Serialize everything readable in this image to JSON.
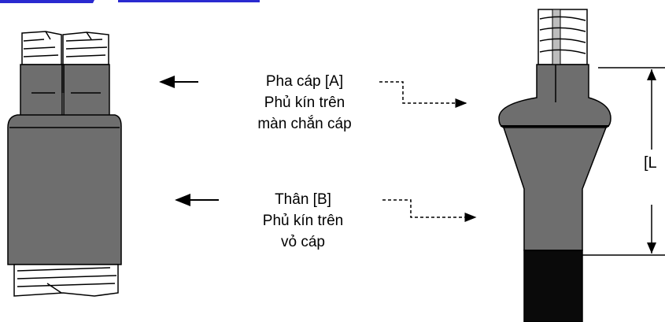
{
  "labels": {
    "phase": {
      "line1": "Pha cáp [A]",
      "line2": "Phủ kín trên",
      "line3": "màn chắn cáp"
    },
    "body": {
      "line1": "Thân [B]",
      "line2": "Phủ kín trên",
      "line3": "vỏ cáp"
    },
    "dimension": "[L"
  },
  "colors": {
    "sleeve": "#6e6e6e",
    "jacket": "#0a0a0a",
    "line": "#000000",
    "top_stripe": "#2a2ad0"
  }
}
